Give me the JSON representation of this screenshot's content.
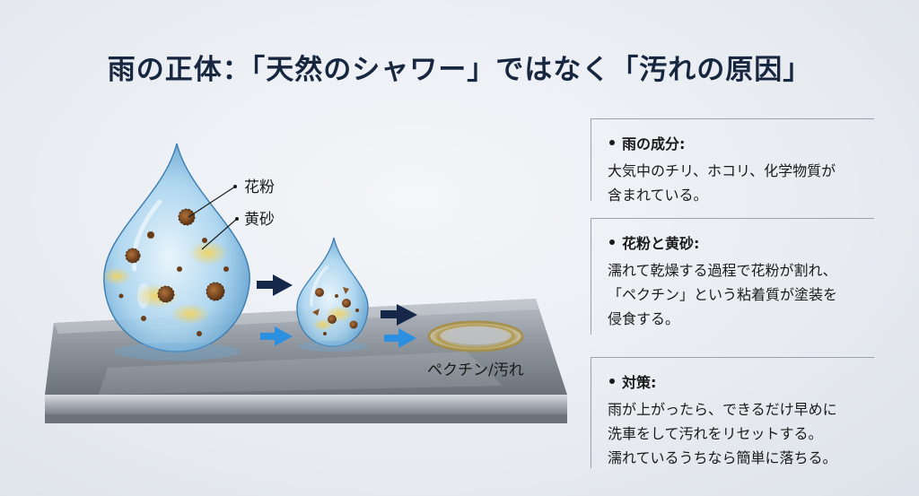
{
  "title": "雨の正体：「天然のシャワー」ではなく「汚れの原因」",
  "labels": {
    "pollen": "花粉",
    "yellow_sand": "黄砂",
    "pectin_stain": "ペクチン/汚れ"
  },
  "panels": [
    {
      "heading": "雨の成分:",
      "body": "大気中のチリ、ホコリ、化学物質が\n含まれている。"
    },
    {
      "heading": "花粉と黄砂:",
      "body": "濡れて乾燥する過程で花粉が割れ、\n「ペクチン」という粘着質が塗装を\n侵食する。"
    },
    {
      "heading": "対策:",
      "body": "雨が上がったら、できるだけ早めに\n洗車をして汚れをリセットする。\n濡れているうちなら簡単に落ちる。"
    }
  ],
  "colors": {
    "title": "#17273f",
    "drop": "#9ecbe8",
    "arrow_dark": "#16284a",
    "arrow_light": "#2d8fe0",
    "stain": "#b8a25a"
  }
}
